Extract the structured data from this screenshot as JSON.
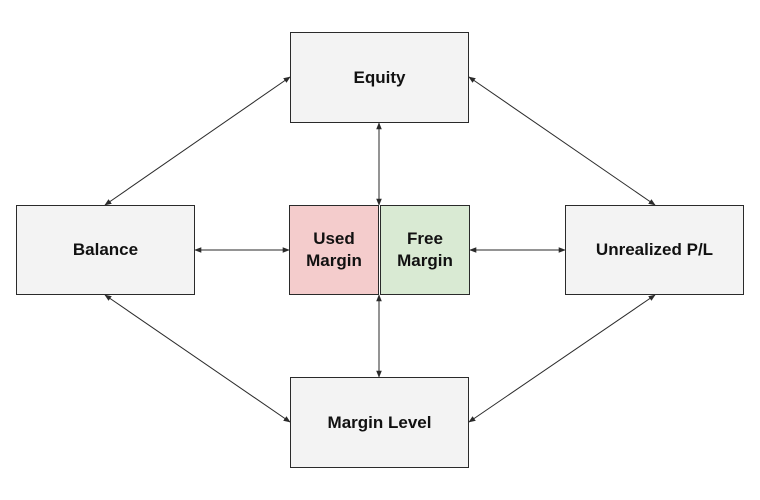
{
  "diagram": {
    "nodes": {
      "equity": {
        "label": "Equity",
        "fill": "#f3f3f3"
      },
      "balance": {
        "label": "Balance",
        "fill": "#f3f3f3"
      },
      "unrealized": {
        "label": "Unrealized P/L",
        "fill": "#f3f3f3"
      },
      "margin_level": {
        "label": "Margin Level",
        "fill": "#f3f3f3"
      },
      "used_margin": {
        "label": "Used\nMargin",
        "fill": "#f4cccc"
      },
      "free_margin": {
        "label": "Free\nMargin",
        "fill": "#d9ead3"
      }
    },
    "edges": [
      {
        "from": "equity",
        "to": "balance",
        "direction": "both"
      },
      {
        "from": "equity",
        "to": "unrealized",
        "direction": "both"
      },
      {
        "from": "equity",
        "to": "margin_center",
        "direction": "both"
      },
      {
        "from": "balance",
        "to": "used_margin",
        "direction": "both"
      },
      {
        "from": "free_margin",
        "to": "unrealized",
        "direction": "both"
      },
      {
        "from": "balance",
        "to": "margin_level",
        "direction": "both"
      },
      {
        "from": "unrealized",
        "to": "margin_level",
        "direction": "both"
      },
      {
        "from": "margin_center",
        "to": "margin_level",
        "direction": "both"
      }
    ],
    "colors": {
      "stroke": "#2a2a2a"
    }
  }
}
